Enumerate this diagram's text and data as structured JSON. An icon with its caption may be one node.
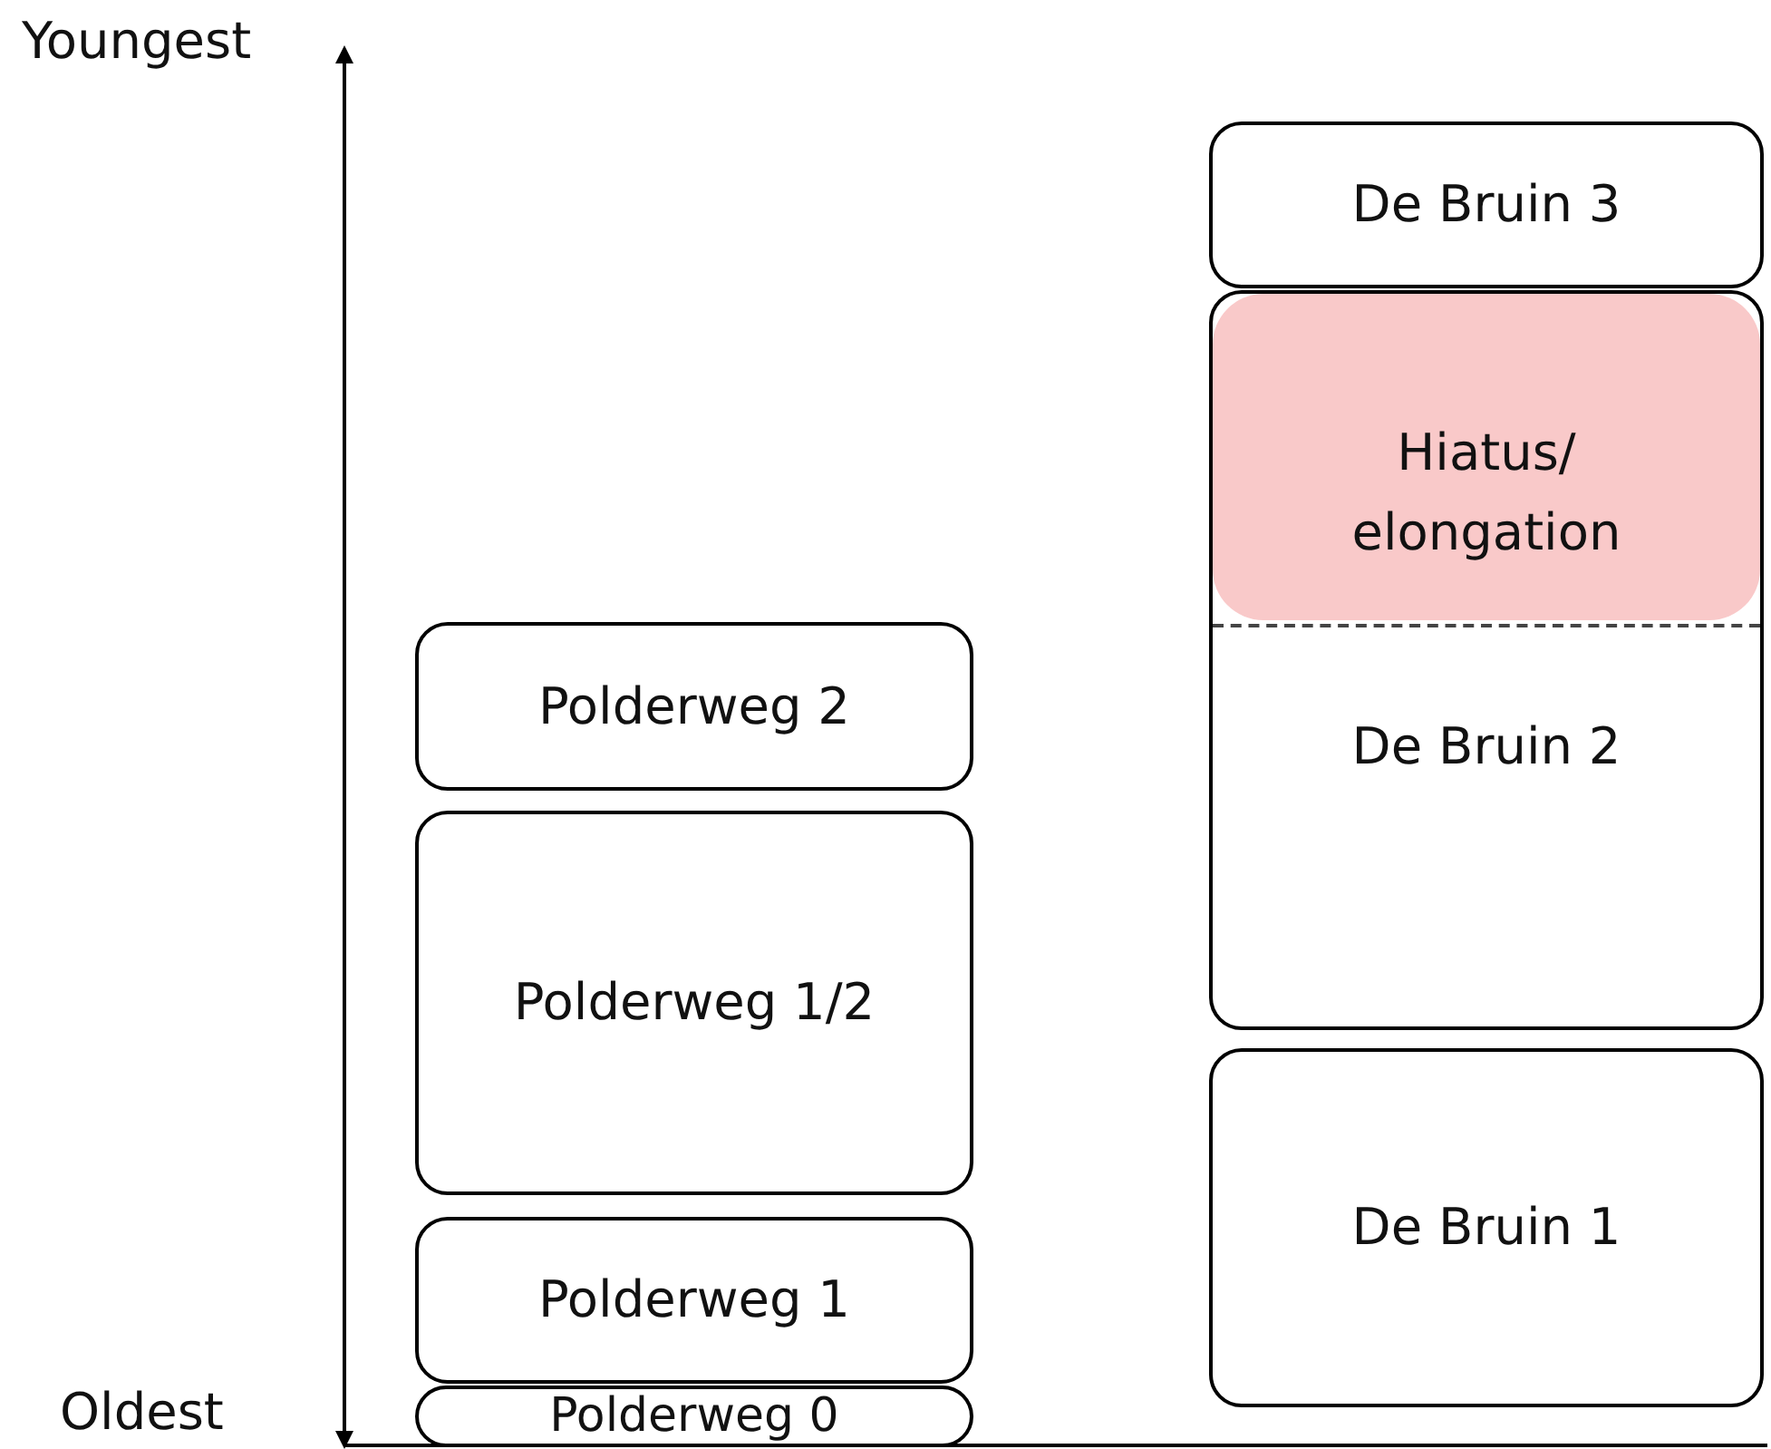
{
  "diagram": {
    "nodes": [
      {
        "text": [
          "De Bruin 3"
        ]
      },
      {
        "text": [
          "De Bruin 2"
        ]
      },
      {
        "text": [
          "Hiatus/ elongation"
        ],
        "in": 1
      },
      {
        "text": [
          "Polderweg 2"
        ]
      },
      {
        "text": [
          "Polderweg 1/2"
        ]
      },
      {
        "text": [
          "De Bruin 1"
        ]
      },
      {
        "text": [
          "Polderweg 1"
        ]
      },
      {
        "text": [
          "Polderweg 0"
        ]
      }
    ],
    "labels": [
      "Youngest",
      "Oldest"
    ]
  }
}
